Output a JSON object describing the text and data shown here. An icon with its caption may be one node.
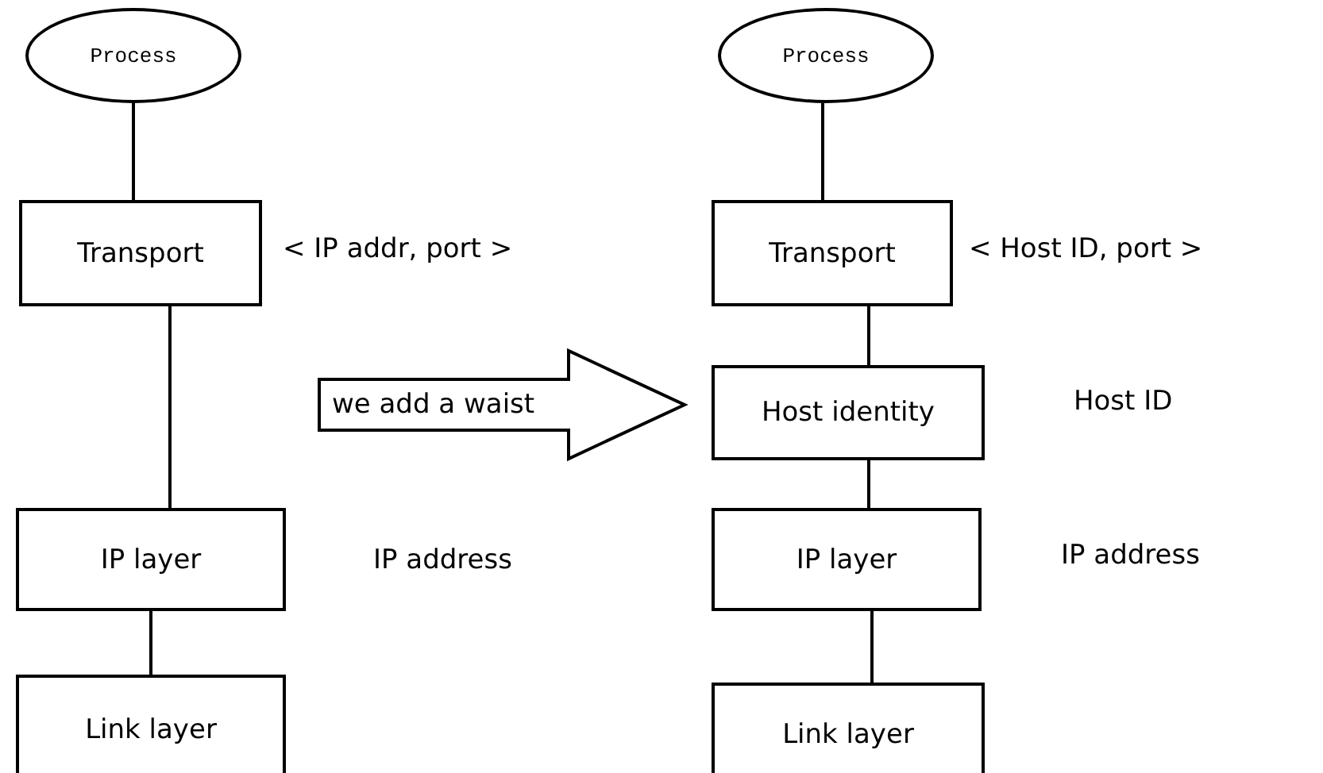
{
  "diagram": {
    "nodes": [
      {
        "text": [
          "Process"
        ]
      },
      {
        "text": [
          "Transport"
        ],
        "beside": [
          "< IP addr, port >"
        ]
      },
      {
        "text": [
          "IP layer"
        ],
        "beside": [
          "IP address"
        ]
      },
      {
        "text": [
          "Link layer"
        ]
      },
      {
        "text": [
          "we add a waist"
        ]
      },
      {
        "text": [
          "Process"
        ]
      },
      {
        "text": [
          "Transport"
        ],
        "beside": [
          "< Host ID, port >"
        ]
      },
      {
        "text": [
          "Host identity"
        ],
        "beside": [
          "Host ID"
        ]
      },
      {
        "text": [
          "IP layer"
        ],
        "beside": [
          "IP address"
        ]
      },
      {
        "text": [
          "Link layer"
        ]
      }
    ],
    "edges": [
      {
        "from": 0,
        "to": 1,
        "arrow": "none"
      },
      {
        "from": 1,
        "to": 2,
        "arrow": "none"
      },
      {
        "from": 2,
        "to": 3,
        "arrow": "none"
      },
      {
        "from": 5,
        "to": 6,
        "arrow": "none"
      },
      {
        "from": 6,
        "to": 7,
        "arrow": "none"
      },
      {
        "from": 7,
        "to": 8,
        "arrow": "none"
      },
      {
        "from": 8,
        "to": 9,
        "arrow": "none"
      }
    ]
  }
}
